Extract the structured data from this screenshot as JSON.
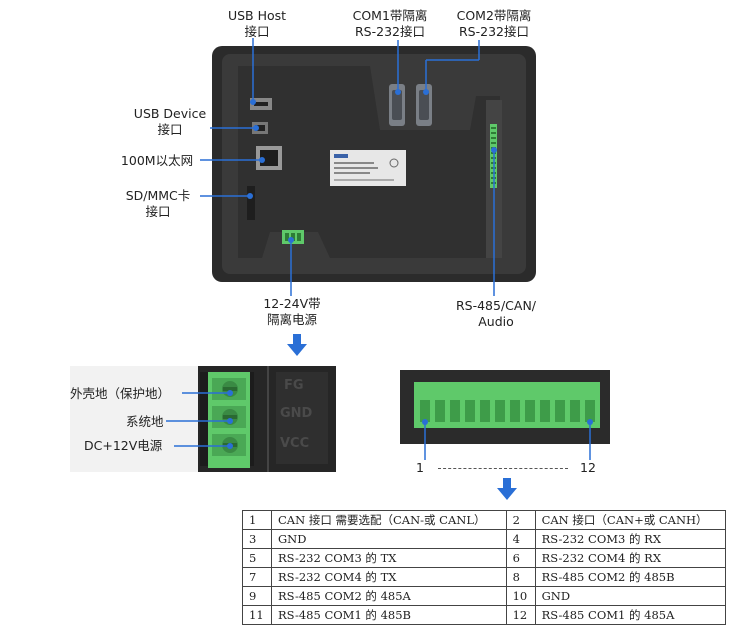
{
  "callouts": {
    "usb_host": [
      "USB Host",
      "接口"
    ],
    "com1": [
      "COM1带隔离",
      "RS-232接口"
    ],
    "com2": [
      "COM2带隔离",
      "RS-232接口"
    ],
    "usb_device": [
      "USB Device",
      "接口"
    ],
    "ethernet": "100M以太网",
    "sd_mmc": [
      "SD/MMC卡",
      "接口"
    ],
    "power": [
      "12-24V带",
      "隔离电源"
    ],
    "rs485": [
      "RS-485/CAN/",
      "Audio"
    ]
  },
  "power_connector": {
    "labels": [
      "外壳地（保护地）",
      "系统地",
      "DC+12V电源"
    ],
    "embossed": [
      "FG",
      "GND",
      "VCC"
    ]
  },
  "terminal_block": {
    "start_label": "1",
    "end_label": "12",
    "pin_count": 12
  },
  "pin_table": [
    [
      {
        "num": "1",
        "desc": "CAN 接口  需要选配（CAN-或 CANL）"
      },
      {
        "num": "2",
        "desc": "CAN 接口（CAN+或 CANH）"
      }
    ],
    [
      {
        "num": "3",
        "desc": "GND"
      },
      {
        "num": "4",
        "desc": "RS-232 COM3  的 RX"
      }
    ],
    [
      {
        "num": "5",
        "desc": "RS-232 COM3  的 TX"
      },
      {
        "num": "6",
        "desc": "RS-232 COM4  的 RX"
      }
    ],
    [
      {
        "num": "7",
        "desc": "RS-232 COM4  的 TX"
      },
      {
        "num": "8",
        "desc": "RS-485 COM2 的 485B"
      }
    ],
    [
      {
        "num": "9",
        "desc": "RS-485 COM2 的 485A"
      },
      {
        "num": "10",
        "desc": "GND"
      }
    ],
    [
      {
        "num": "11",
        "desc": "RS-485 COM1 的 485B"
      },
      {
        "num": "12",
        "desc": "RS-485 COM1 的 485A"
      }
    ]
  ],
  "colors": {
    "callout_line": "#2a6fd6",
    "device_body": "#2b2b2b",
    "terminal_green": "#5fc96a"
  }
}
